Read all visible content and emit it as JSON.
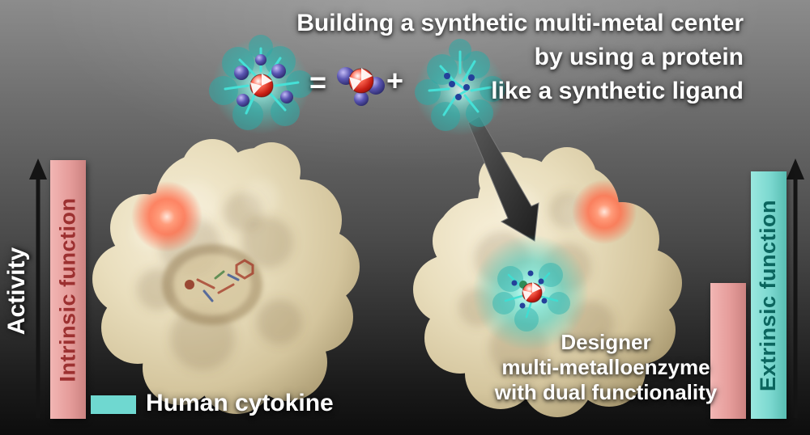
{
  "figure": {
    "title": {
      "line1": "Building a synthetic multi-metal center",
      "line2": "by using a protein",
      "line3": "like a synthetic ligand"
    },
    "equation": {
      "equals": "=",
      "plus": "+"
    },
    "y_axis": {
      "label": "Activity"
    },
    "left_panel": {
      "bar_label": "Intrinsic function",
      "protein_label": "Human cytokine"
    },
    "right_panel": {
      "bar_label": "Extrinsic function",
      "caption_line1": "Designer",
      "caption_line2": "multi-metalloenzyme",
      "caption_line3": "with dual functionality"
    },
    "colors": {
      "intrinsic_bar": "#e59c9a",
      "intrinsic_text": "#9c3030",
      "extrinsic_bar": "#7bd8cf",
      "extrinsic_text": "#0b655e",
      "cytokine_swatch": "#6fd8d0",
      "protein_surface": "#e9debd",
      "teal_glow": "#4ed2c6",
      "red_glow": "#ff6a48",
      "title_text": "#ffffff"
    }
  }
}
